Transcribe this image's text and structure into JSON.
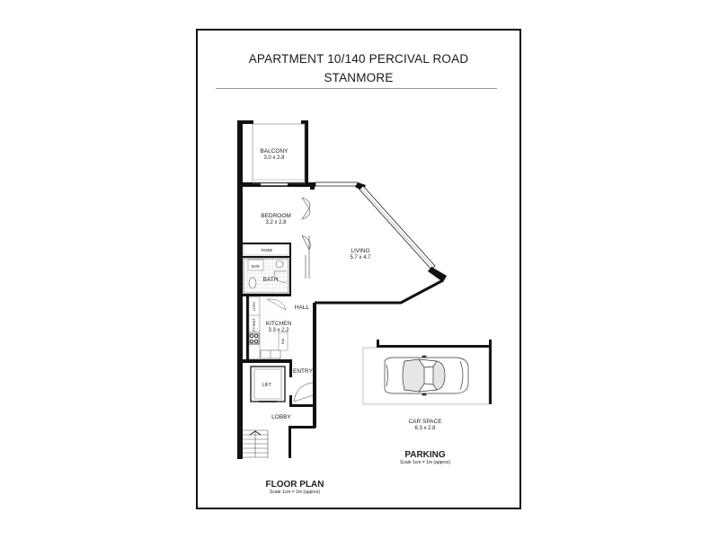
{
  "header": {
    "line1": "APARTMENT 10/140 PERCIVAL ROAD",
    "line2": "STANMORE"
  },
  "rooms": {
    "balcony": {
      "name": "BALCONY",
      "dims": "3.0 x 2.8"
    },
    "bedroom": {
      "name": "BEDROOM",
      "dims": "3.2 x 2.8"
    },
    "living": {
      "name": "LIVING",
      "dims": "5.7 x 4.7"
    },
    "kitchen": {
      "name": "KITCHEN",
      "dims": "3.3 x 2.2"
    },
    "robe": "ROBE",
    "shr": "SHR",
    "bath": "BATH",
    "hall": "HALL",
    "ldry": "LDRY",
    "ref": "REF",
    "pty": "PTY",
    "dw": "DW",
    "entry": "ENTRY",
    "lift": "LIFT",
    "lobby": "LOBBY",
    "car_space": {
      "name": "CAR SPACE",
      "dims": "6.3 x 2.8"
    }
  },
  "captions": {
    "parking_title": "PARKING",
    "parking_scale": "Scale 1cm = 1m (approx)",
    "floor_title": "FLOOR PLAN",
    "floor_scale": "Scale 1cm = 1m (approx)"
  },
  "colors": {
    "wall": "#111111",
    "line": "#333333",
    "tile": "#bdbdbd"
  }
}
